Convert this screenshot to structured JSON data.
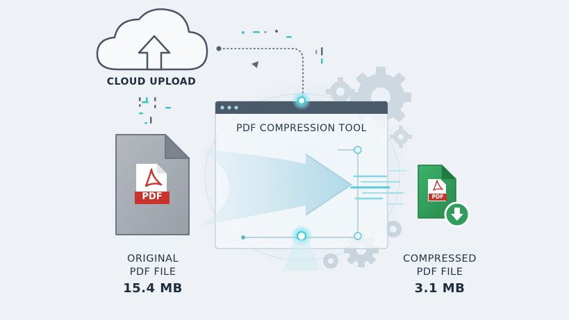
{
  "cloud": {
    "label": "CLOUD UPLOAD",
    "icon": "cloud-upload-icon"
  },
  "tool": {
    "title": "PDF COMPRESSION TOOL",
    "icon": "gear-icon"
  },
  "original_file": {
    "caption_line1": "ORIGINAL",
    "caption_line2": "PDF FILE",
    "size": "15.4 MB",
    "badge": "PDF",
    "icon": "pdf-file-icon"
  },
  "compressed_file": {
    "caption_line1": "COMPRESSED",
    "caption_line2": "PDF FILE",
    "size": "3.1 MB",
    "badge": "PDF",
    "icon": "download-icon"
  },
  "colors": {
    "background": "#eef1f5",
    "original_file": "#a8adb5",
    "pdf_red": "#c8342c",
    "compressed_green": "#2f9e5a",
    "accent_cyan": "#39c6d6",
    "text_dark": "#1f2d3d"
  }
}
